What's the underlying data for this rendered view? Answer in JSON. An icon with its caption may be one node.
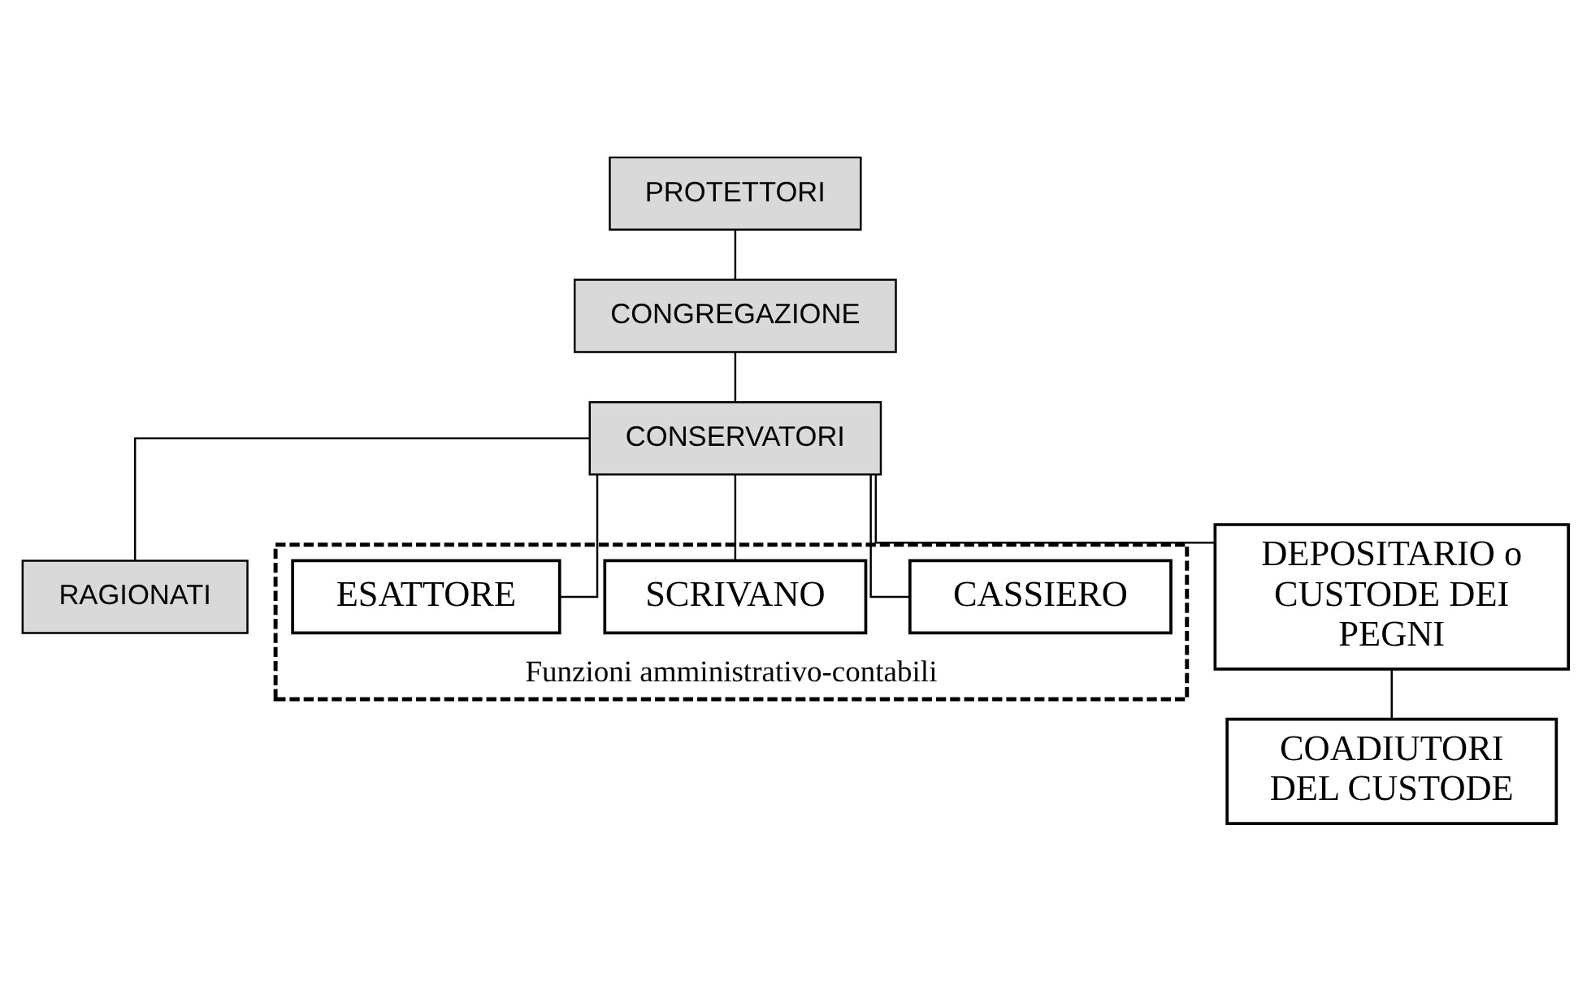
{
  "diagram": {
    "nodes": [
      {
        "text": [
          "PROTETTORI"
        ]
      },
      {
        "text": [
          "CONGREGAZIONE"
        ]
      },
      {
        "text": [
          "CONSERVATORI"
        ]
      },
      {
        "text": [
          "RAGIONATI"
        ]
      },
      {
        "text": [
          "Funzioni amministrativo-contabili"
        ]
      },
      {
        "text": [
          "CASSIERO"
        ],
        "in": 4
      },
      {
        "text": [
          "SCRIVANO"
        ],
        "in": 4
      },
      {
        "text": [
          "ESATTORE"
        ],
        "in": 4
      },
      {
        "text": [
          "DEPOSITARIO o CUSTODE DEI PEGNI"
        ]
      },
      {
        "text": [
          "COADIUTORI DEL CUSTODE"
        ]
      }
    ],
    "edges": [
      {
        "from": 0,
        "to": 1,
        "arrow": "none"
      },
      {
        "from": 1,
        "to": 2,
        "arrow": "none"
      },
      {
        "from": 2,
        "to": 3,
        "arrow": "none"
      },
      {
        "from": 2,
        "to": 5,
        "arrow": "none"
      },
      {
        "from": 2,
        "to": 6,
        "arrow": "none"
      },
      {
        "from": 2,
        "to": 7,
        "arrow": "none"
      },
      {
        "from": 2,
        "to": 8,
        "arrow": "none"
      },
      {
        "from": 8,
        "to": 9,
        "arrow": "none"
      }
    ]
  }
}
